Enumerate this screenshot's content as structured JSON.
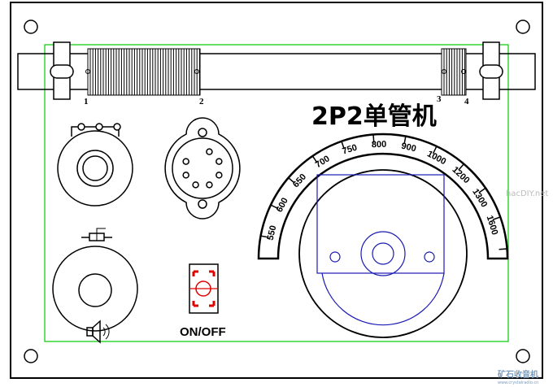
{
  "title": "2P2单管机",
  "coil_terminals": [
    "1",
    "2",
    "3",
    "4"
  ],
  "dial_scale": [
    "550",
    "600",
    "650",
    "700",
    "750",
    "800",
    "900",
    "1000",
    "1200",
    "1300",
    "1600"
  ],
  "switch_label": "ON/OFF",
  "watermark_site": "hacDIY.net",
  "watermark_cn": "矿石收音机",
  "watermark_url": "www.crystalradio.cn",
  "colors": {
    "outline": "#000000",
    "guide": "#00cc00",
    "dial_mech": "#1a1ab4",
    "switch": "#e00000"
  }
}
